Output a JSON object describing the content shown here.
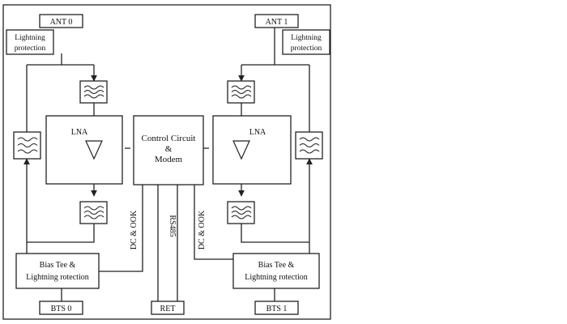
{
  "labels": {
    "ant0": "ANT 0",
    "ant1": "ANT 1",
    "lightning_left_line1": "Lightning",
    "lightning_left_line2": "protection",
    "lightning_right_line1": "Lightning",
    "lightning_right_line2": "protection",
    "lna_left": "LNA",
    "lna_right": "LNA",
    "control_line1": "Control Circuit",
    "control_line2": "&",
    "control_line3": "Modem",
    "bias_left_line1": "Bias Tee   &",
    "bias_left_line2": "Lightning rotection",
    "bias_right_line1": "Bias Tee   &",
    "bias_right_line2": "Lightning rotection",
    "bts0": "BTS 0",
    "bts1": "BTS 1",
    "ret": "RET",
    "rs485": "RS485",
    "dc_ook_left": "DC & OOK",
    "dc_ook_right": "DC & OOK"
  }
}
